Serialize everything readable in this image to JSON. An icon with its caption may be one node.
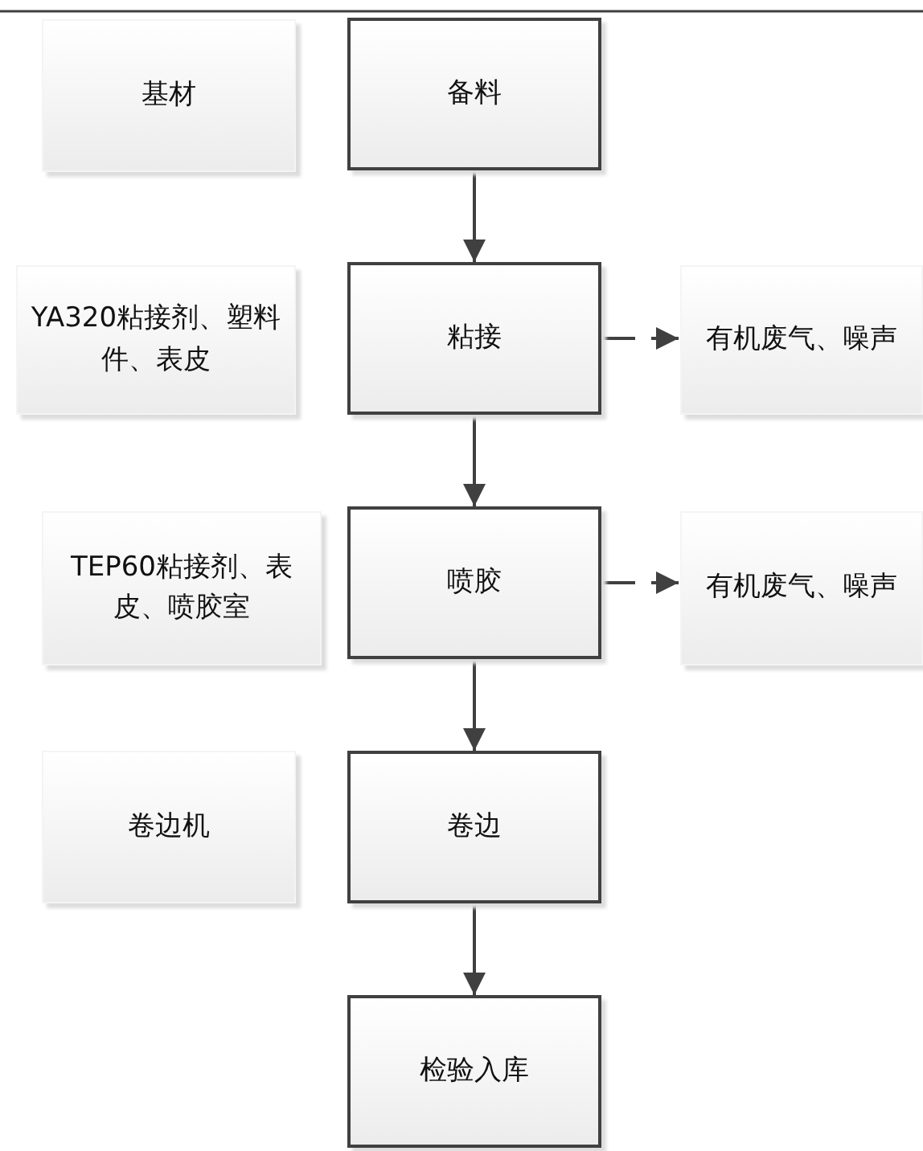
{
  "diagram": {
    "nodes": [
      {
        "text": [
          "基材"
        ]
      },
      {
        "text": [
          "备料"
        ]
      },
      {
        "text": [
          "YA320粘接剂、塑料件、表皮"
        ]
      },
      {
        "text": [
          "粘接"
        ]
      },
      {
        "text": [
          "有机废气、噪声"
        ]
      },
      {
        "text": [
          "TEP60粘接剂、表皮、喷胶室"
        ]
      },
      {
        "text": [
          "喷胶"
        ]
      },
      {
        "text": [
          "有机废气、噪声"
        ]
      },
      {
        "text": [
          "卷边机"
        ]
      },
      {
        "text": [
          "卷边"
        ]
      },
      {
        "text": [
          "检验入库"
        ]
      }
    ],
    "edges": [
      {
        "from": 1,
        "to": 3,
        "arrow": "to"
      },
      {
        "from": 3,
        "to": 4,
        "arrow": "to",
        "style": "dashed"
      },
      {
        "from": 3,
        "to": 6,
        "arrow": "to"
      },
      {
        "from": 6,
        "to": 7,
        "arrow": "to",
        "style": "dashed"
      },
      {
        "from": 6,
        "to": 9,
        "arrow": "to"
      },
      {
        "from": 9,
        "to": 10,
        "arrow": "to"
      }
    ]
  }
}
